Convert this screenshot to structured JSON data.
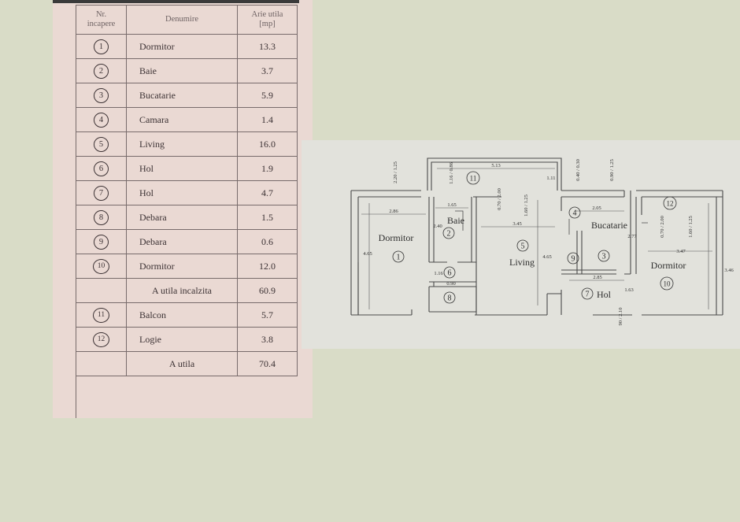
{
  "table": {
    "headers": {
      "nr": "Nr.\nincapere",
      "name": "Denumire",
      "area": "Arie utila\n[mp]"
    },
    "rows": [
      {
        "nr": "1",
        "name": "Dormitor",
        "area": "13.3"
      },
      {
        "nr": "2",
        "name": "Baie",
        "area": "3.7"
      },
      {
        "nr": "3",
        "name": "Bucatarie",
        "area": "5.9"
      },
      {
        "nr": "4",
        "name": "Camara",
        "area": "1.4"
      },
      {
        "nr": "5",
        "name": "Living",
        "area": "16.0"
      },
      {
        "nr": "6",
        "name": "Hol",
        "area": "1.9"
      },
      {
        "nr": "7",
        "name": "Hol",
        "area": "4.7"
      },
      {
        "nr": "8",
        "name": "Debara",
        "area": "1.5"
      },
      {
        "nr": "9",
        "name": "Debara",
        "area": "0.6"
      },
      {
        "nr": "10",
        "name": "Dormitor",
        "area": "12.0"
      }
    ],
    "subtotal": {
      "label": "A utila incalzita",
      "area": "60.9"
    },
    "extra_rows": [
      {
        "nr": "11",
        "name": "Balcon",
        "area": "5.7"
      },
      {
        "nr": "12",
        "name": "Logie",
        "area": "3.8"
      }
    ],
    "total": {
      "label": "A utila",
      "area": "70.4"
    }
  },
  "plan": {
    "rooms": {
      "dormitor1": {
        "name": "Dormitor",
        "nr": "1"
      },
      "baie": {
        "name": "Baie",
        "nr": "2"
      },
      "bucatarie": {
        "name": "Bucatarie",
        "nr": "3"
      },
      "camara": {
        "nr": "4"
      },
      "living": {
        "name": "Living",
        "nr": "5"
      },
      "hol6": {
        "nr": "6"
      },
      "hol7": {
        "name": "Hol",
        "nr": "7"
      },
      "debara8": {
        "nr": "8"
      },
      "debara9": {
        "nr": "9"
      },
      "dormitor10": {
        "name": "Dormitor",
        "nr": "10"
      },
      "balcon": {
        "nr": "11"
      },
      "logie": {
        "nr": "12"
      }
    },
    "dims": {
      "d_513": "5.13",
      "d_116": "1.16 / 0.86",
      "d_111": "1.11",
      "d_220": "2.20 / 1.25",
      "d_286": "2.86",
      "d_465a": "4.65",
      "d_165": "1.65",
      "d_240": "2.40",
      "d_070a": "0.70 / 2.00",
      "d_160a": "1.60 / 1.25",
      "d_345": "3.45",
      "d_465b": "4.65",
      "d_116b": "1.16",
      "d_090": "0.90",
      "d_040": "0.40 / 0.30",
      "d_090b": "0.90 / 1.25",
      "d_205": "2.05",
      "d_277": "2.77",
      "d_285": "2.85",
      "d_163": "1.63",
      "d_210": "90 / 2.10",
      "d_070b": "0.70 / 2.00",
      "d_160b": "1.60 / 1.25",
      "d_347": "3.47",
      "d_346": "3.46"
    }
  }
}
